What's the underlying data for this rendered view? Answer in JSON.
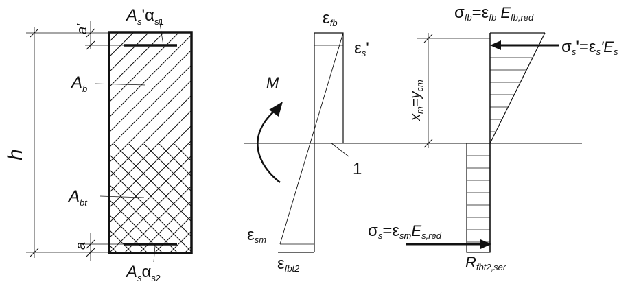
{
  "labels": {
    "h": "h",
    "a_top": "a'",
    "a_bot": "a",
    "M": "M",
    "one": "1",
    "As_top": {
      "main": "A",
      "sub": "s",
      "rest": "'α",
      "sub2": "s1"
    },
    "As_bot": {
      "main": "A",
      "sub": "s",
      "rest": "α",
      "sub2": "s2"
    },
    "Ab": {
      "main": "A",
      "sub": "b"
    },
    "Abt": {
      "main": "A",
      "sub": "bt"
    },
    "eps_fb": {
      "main": "ε",
      "sub": "fb"
    },
    "eps_s_prime": {
      "main": "ε",
      "sub": "s",
      "rest": "'"
    },
    "eps_sm": {
      "main": "ε",
      "sub": "sm"
    },
    "eps_fbt2": {
      "main": "ε",
      "sub": "fbt2"
    },
    "xm_ycm": {
      "a": "x",
      "a_sub": "m",
      "eq": "=",
      "b": "y",
      "b_sub": "cm"
    },
    "sigma_fb": {
      "s": "σ",
      "s_sub": "fb",
      "eq": "=ε",
      "e_sub": "fb",
      "E": " E",
      "E_sub": "fb,red"
    },
    "sigma_s_prime": {
      "s": "σ",
      "s_sub": "s",
      "eq": "'=ε",
      "e_sub": "s",
      "E": "'E",
      "E_sub": "s"
    },
    "sigma_s": {
      "s": "σ",
      "s_sub": "s",
      "eq": "=ε",
      "e_sub": "sm",
      "E": "E",
      "E_sub": "s,red"
    },
    "R_fbt2": {
      "main": "R",
      "sub": "fbt2,ser"
    }
  }
}
